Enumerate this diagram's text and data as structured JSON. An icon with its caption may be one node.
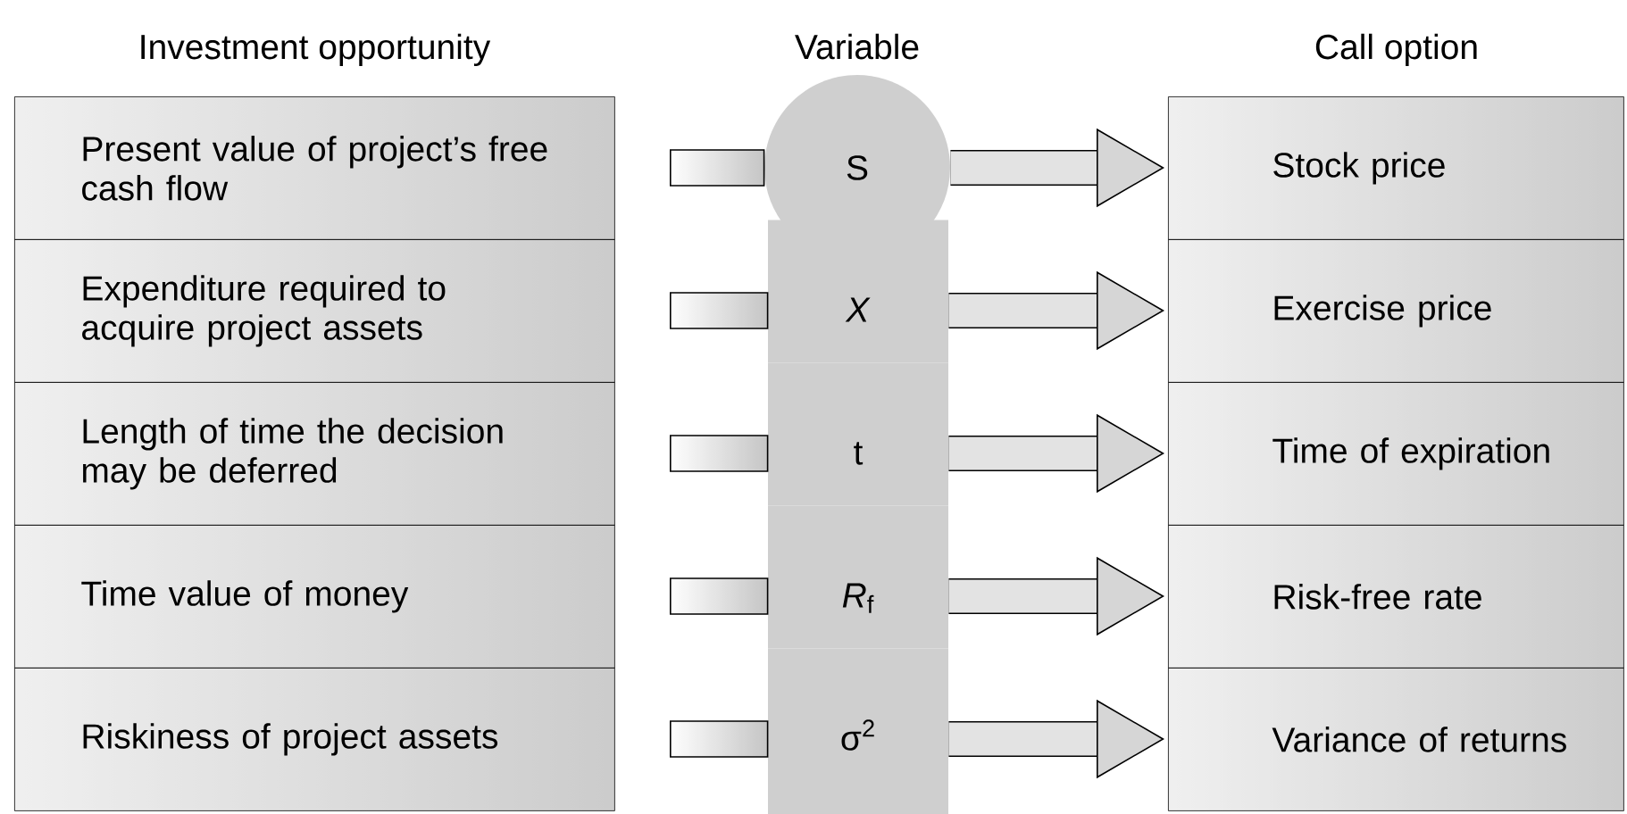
{
  "diagram": {
    "nodes": [
      {
        "text": [
          "Present value of project’s free cash flow"
        ]
      },
      {
        "text": [
          "Expenditure required to acquire project assets"
        ]
      },
      {
        "text": [
          "Length of time the decision may be deferred"
        ]
      },
      {
        "text": [
          "Time value of money"
        ]
      },
      {
        "text": [
          "Riskiness of project assets"
        ]
      },
      {
        "text": [
          "S"
        ]
      },
      {
        "text": [
          "*X*"
        ]
      },
      {
        "text": [
          "t"
        ]
      },
      {
        "text": [
          "*R*$_{f}$"
        ]
      },
      {
        "text": [
          "σ$^{2}$"
        ]
      },
      {
        "text": [
          "Stock price"
        ]
      },
      {
        "text": [
          "Exercise price"
        ]
      },
      {
        "text": [
          "Time of expiration"
        ]
      },
      {
        "text": [
          "Risk-free rate"
        ]
      },
      {
        "text": [
          "Variance of returns"
        ]
      }
    ],
    "edges": [
      {
        "from": 0,
        "to": 5,
        "arrow": "none"
      },
      {
        "from": 5,
        "to": 10,
        "arrow": "to"
      },
      {
        "from": 1,
        "to": 6,
        "arrow": "none"
      },
      {
        "from": 6,
        "to": 11,
        "arrow": "to"
      },
      {
        "from": 2,
        "to": 7,
        "arrow": "none"
      },
      {
        "from": 7,
        "to": 12,
        "arrow": "to"
      },
      {
        "from": 3,
        "to": 8,
        "arrow": "none"
      },
      {
        "from": 8,
        "to": 13,
        "arrow": "to"
      },
      {
        "from": 4,
        "to": 9,
        "arrow": "none"
      },
      {
        "from": 9,
        "to": 14,
        "arrow": "to"
      }
    ],
    "labels": [
      "Investment opportunity",
      "Variable",
      "Call option"
    ]
  }
}
